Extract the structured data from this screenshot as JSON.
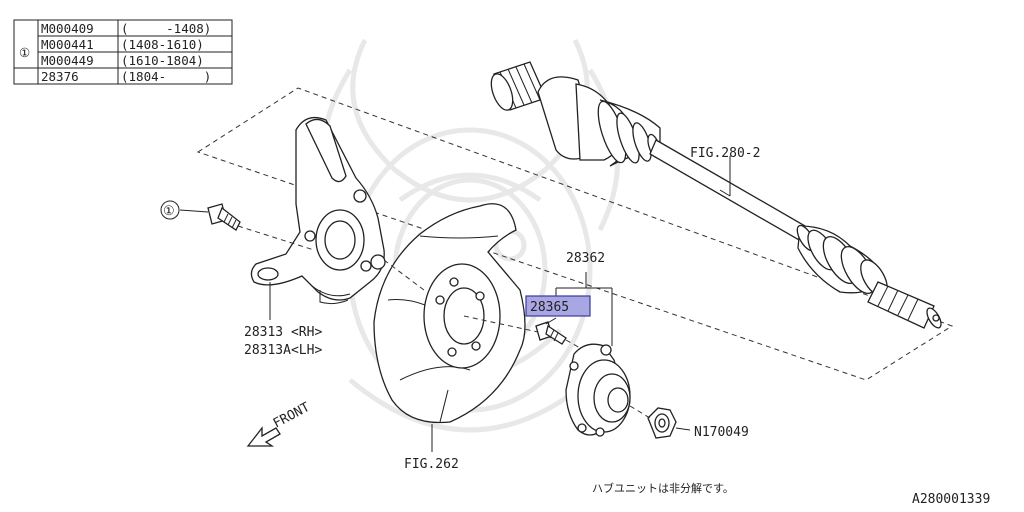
{
  "ref_table": {
    "marker": "①",
    "rows": [
      {
        "part": "M000409",
        "range": "(     -1408)"
      },
      {
        "part": "M000441",
        "range": "(1408-1610)"
      },
      {
        "part": "M000449",
        "range": "(1610-1804)"
      },
      {
        "part": "28376",
        "range": "(1804-     )"
      }
    ]
  },
  "callouts": {
    "bolt_marker": "①",
    "axle_shaft": "FIG.280-2",
    "hub_assembly": "28362",
    "hub_bolt": "28365",
    "knuckle_rh": "28313 <RH>",
    "knuckle_lh": "28313A<LH>",
    "backing_plate": "FIG.262",
    "nut": "N170049",
    "front": "FRONT"
  },
  "note": "ハブユニットは非分解です。",
  "diagram_id": "A280001339",
  "colors": {
    "highlight_fill": "#a9a6e4",
    "highlight_border": "#3a3a9a",
    "line": "#222222",
    "watermark": "#e8e8e8"
  }
}
